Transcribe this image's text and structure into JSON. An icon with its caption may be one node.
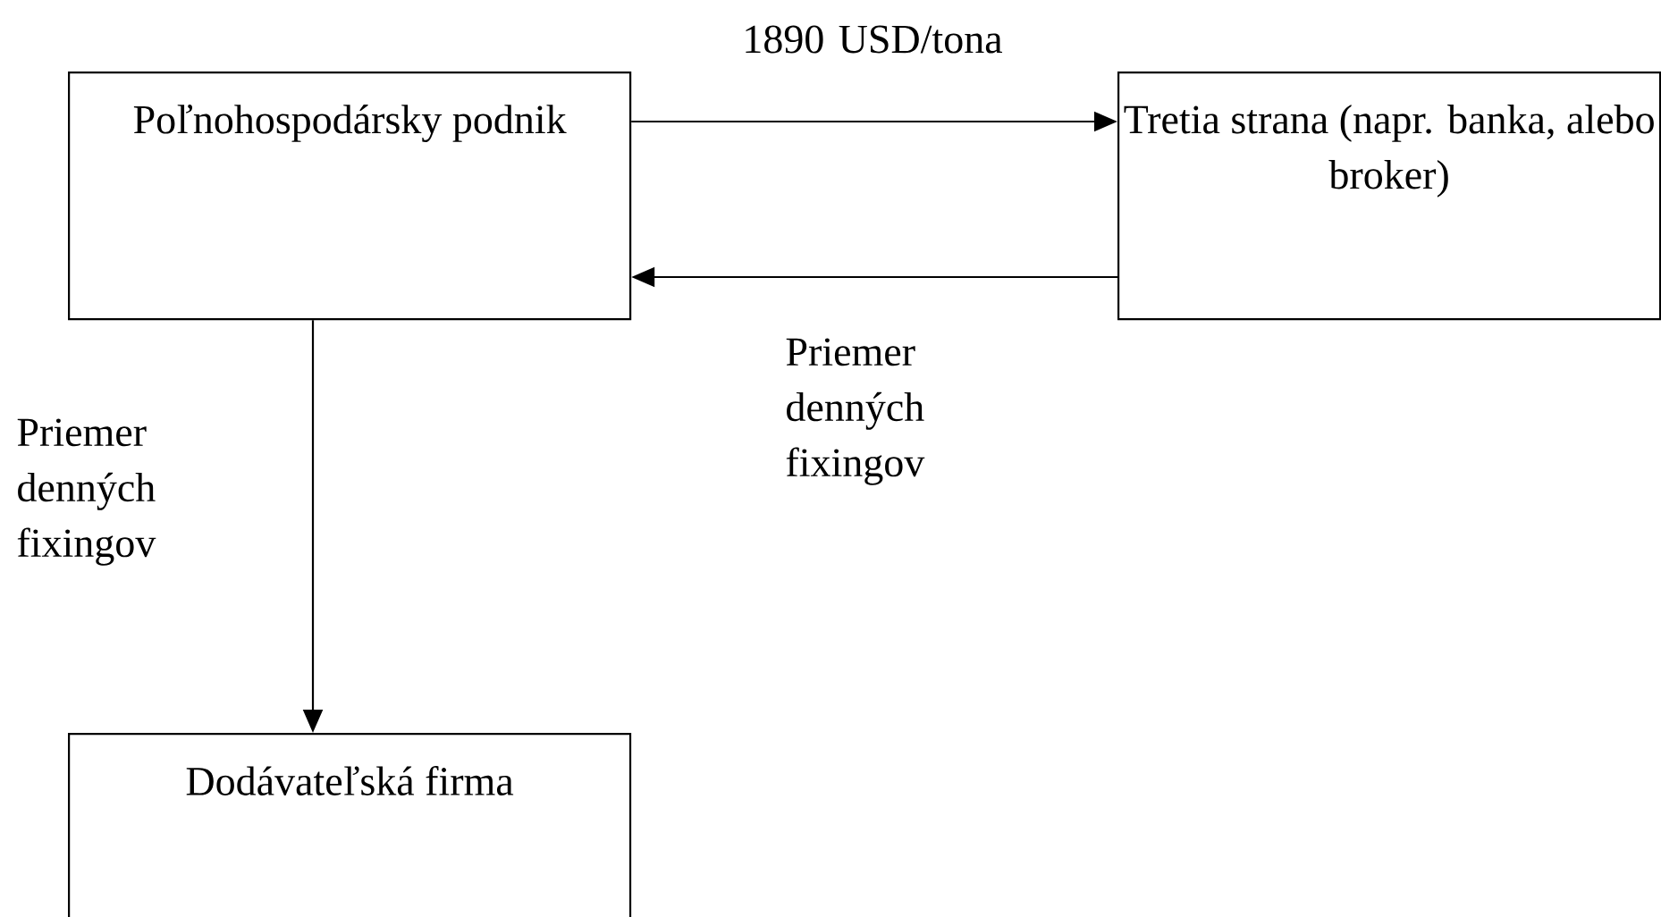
{
  "diagram": {
    "nodes": [
      {
        "text": [
          "Poľnohospodársky podnik"
        ]
      },
      {
        "text": [
          "Tretia strana (napr. banka, alebo broker)"
        ]
      },
      {
        "text": [
          "Dodávateľská firma"
        ]
      }
    ],
    "edges": [
      {
        "from": 0,
        "to": 1,
        "arrow": "to",
        "label": "1890 USD/tona"
      },
      {
        "from": 1,
        "to": 0,
        "arrow": "to",
        "label": "Priemer denných fixingov"
      },
      {
        "from": 0,
        "to": 2,
        "arrow": "to",
        "label": "Priemer denných fixingov"
      }
    ]
  }
}
